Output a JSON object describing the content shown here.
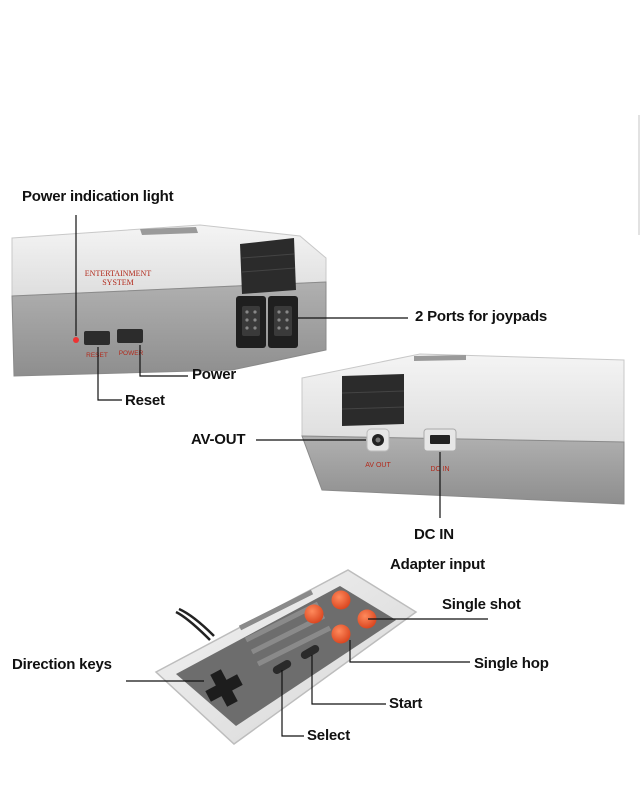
{
  "labels": {
    "power_light": "Power indication light",
    "ports": "2 Ports for joypads",
    "power": "Power",
    "reset": "Reset",
    "av_out": "AV-OUT",
    "dc_in": "DC IN",
    "adapter_input": "Adapter input",
    "single_shot": "Single shot",
    "single_hop": "Single hop",
    "direction_keys": "Direction keys",
    "start": "Start",
    "select": "Select"
  },
  "printed": {
    "console_badge_line1": "ENTERTAINMENT",
    "console_badge_line2": "SYSTEM",
    "reset_button_text": "RESET",
    "power_button_text": "POWER",
    "av_port_text": "AV OUT",
    "dc_port_text": "DC IN"
  },
  "colors": {
    "console_top": "#ececec",
    "console_base": "#9c9c9c",
    "accent_black": "#2b2b2b",
    "button_red": "#e8562e",
    "text_red": "#b22a1c"
  }
}
